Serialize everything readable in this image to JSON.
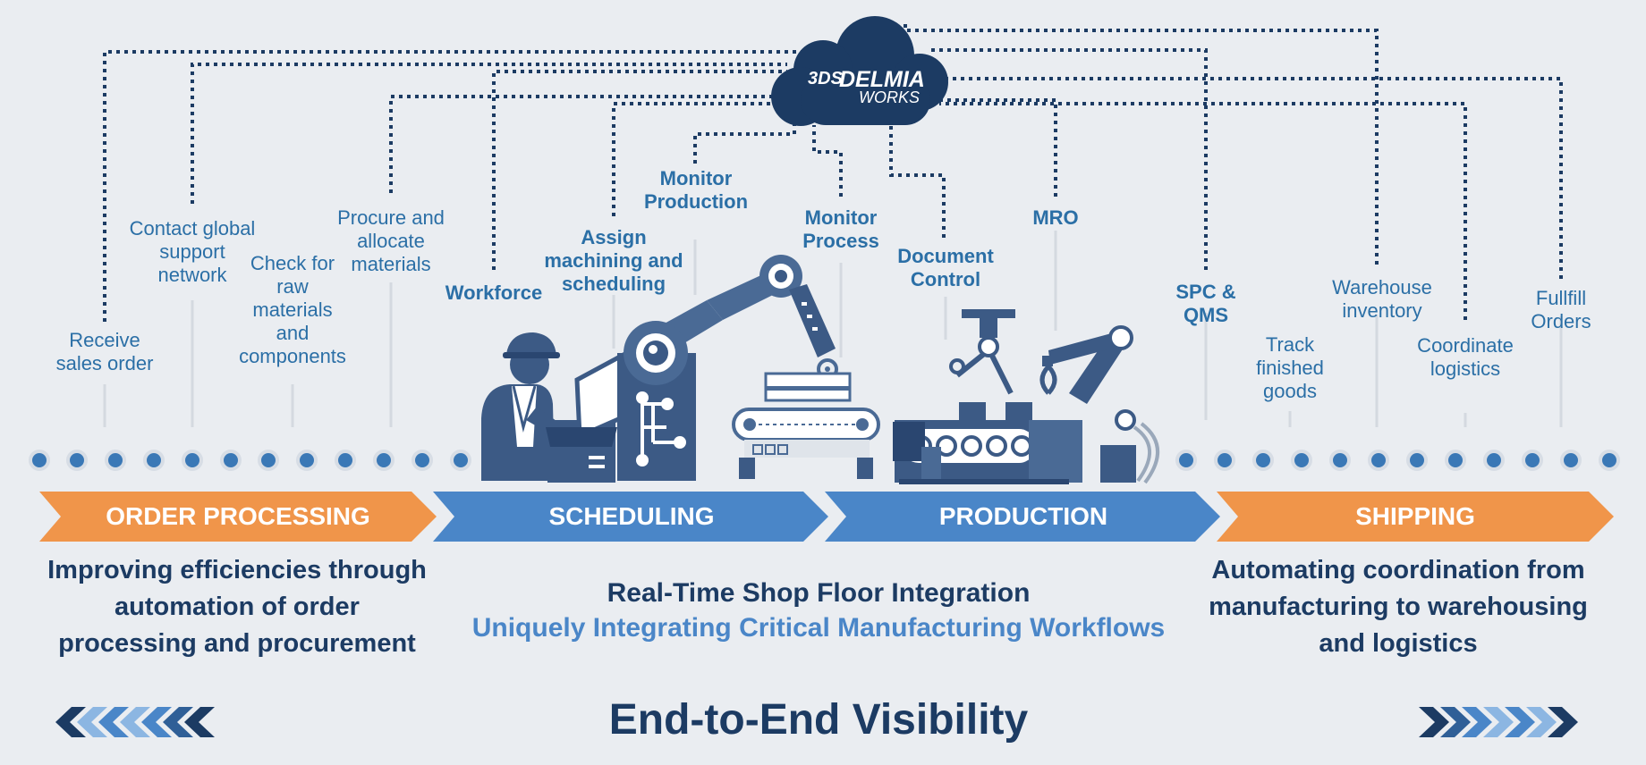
{
  "brand": {
    "logo_mark": "3DS",
    "name": "DELMIA",
    "suffix": "WORKS"
  },
  "touchpoints": {
    "receive": "Receive\nsales order",
    "contact": "Contact global\nsupport\nnetwork",
    "check": "Check for\nraw\nmaterials\nand\ncomponents",
    "procure": "Procure and\nallocate\nmaterials",
    "workforce": "Workforce",
    "assign": "Assign\nmachining and\nscheduling",
    "monitor_production": "Monitor\nProduction",
    "monitor_process": "Monitor\nProcess",
    "document_control": "Document\nControl",
    "mro": "MRO",
    "spc": "SPC &\nQMS",
    "track": "Track\nfinished\ngoods",
    "warehouse": "Warehouse\ninventory",
    "coordinate": "Coordinate\nlogistics",
    "fulfill": "Fullfill Orders"
  },
  "phases": {
    "order_processing": "ORDER PROCESSING",
    "scheduling": "SCHEDULING",
    "production": "PRODUCTION",
    "shipping": "SHIPPING"
  },
  "blurbs": {
    "left": "Improving efficiencies through\nautomation of order\nprocessing and procurement",
    "right": "Automating coordination from\nmanufacturing to warehousing\nand logistics"
  },
  "center": {
    "title": "Real-Time Shop Floor Integration",
    "subtitle": "Uniquely Integrating Critical Manufacturing Workflows"
  },
  "footer": {
    "title": "End-to-End Visibility"
  },
  "icons": [
    "cloud-icon",
    "worker-icon",
    "computer-terminal-icon",
    "robotic-arm-icon",
    "conveyor-icon",
    "production-line-icon",
    "chevrons-left-icon",
    "chevrons-right-icon"
  ],
  "colors": {
    "navy": "#1c3b63",
    "blue": "#4a86c8",
    "orange": "#f0954a",
    "label_blue": "#2b6fa6",
    "subtitle_blue": "#4a86c8",
    "machine": "#4a6a95",
    "dot": "#3a78b6",
    "background": "#eaedf1"
  }
}
